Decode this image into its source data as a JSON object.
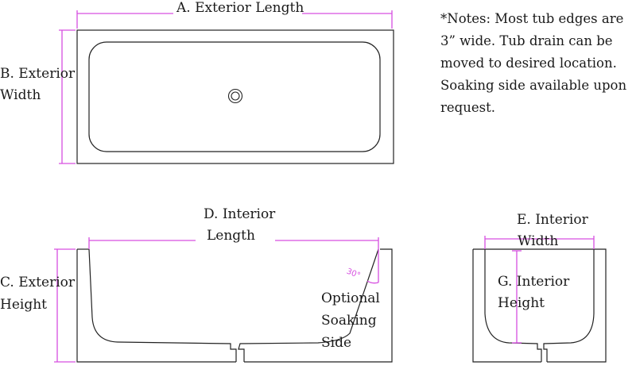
{
  "labels": {
    "exterior_length": "A. Exterior Length",
    "exterior_width_line1": "B. Exterior",
    "exterior_width_line2": "Width",
    "exterior_height_line1": "C. Exterior",
    "exterior_height_line2": "Height",
    "interior_length_line1": "D. Interior",
    "interior_length_line2": "Length",
    "interior_width_line1": "E. Interior",
    "interior_width_line2": "Width",
    "interior_height_line1": "G. Interior",
    "interior_height_line2": "Height",
    "soaking_line1": "Optional",
    "soaking_line2": "Soaking",
    "soaking_line3": "Side",
    "angle": "30°"
  },
  "notes": "*Notes: Most tub edges are 3” wide. Tub drain can be moved to desired location. Soaking side available upon request.",
  "colors": {
    "dimension_lines": "#d64fe0",
    "outlines": "#222222",
    "text": "#1a1a1a"
  }
}
